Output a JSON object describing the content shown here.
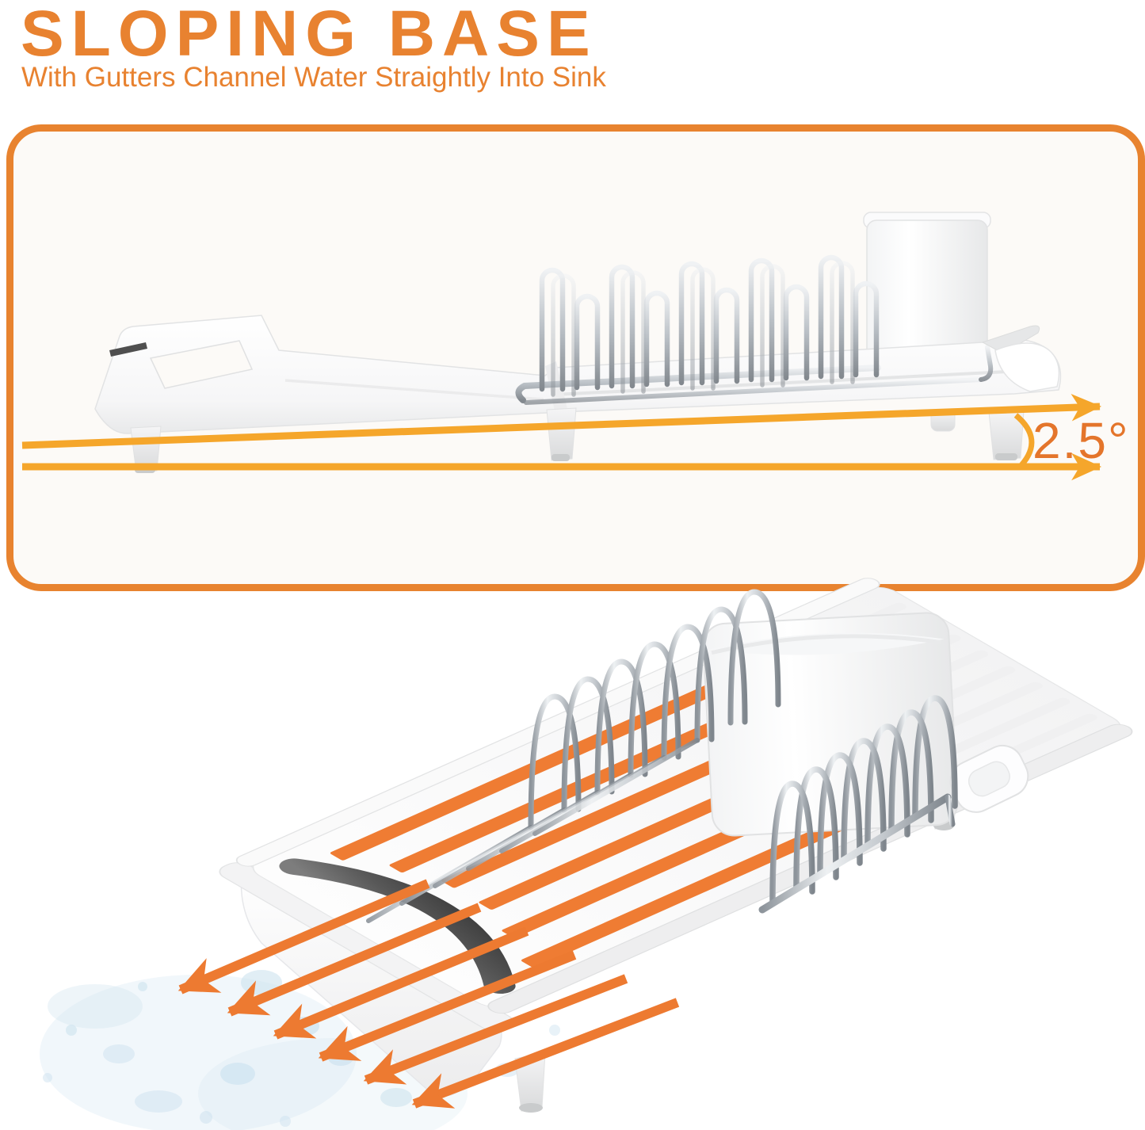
{
  "header": {
    "title": "SLOPING BASE",
    "subtitle": "With Gutters Channel Water Straightly Into Sink"
  },
  "annotations": {
    "angle_label": "2.5°",
    "flow_arrow_count": 6,
    "drain_stripe_count": 6
  },
  "colors": {
    "accent_orange": "#E8832F",
    "heading_orange": "#E88230",
    "gold_arrow": "#F5A62B",
    "angle_label_orange": "#E4752B",
    "stripe_orange": "#EF7C33",
    "flow_arrow_orange": "#ED7A31",
    "water_blue": "#CDE2EF",
    "grip_gray": "#4F4F4F",
    "product_white": "#FFFFFF"
  },
  "icons": {
    "gold_arrow": "arrow-right-icon",
    "flow_arrow": "arrow-down-left-icon",
    "angle_arc": "angle-arc-icon",
    "water": "water-splash-icon"
  }
}
